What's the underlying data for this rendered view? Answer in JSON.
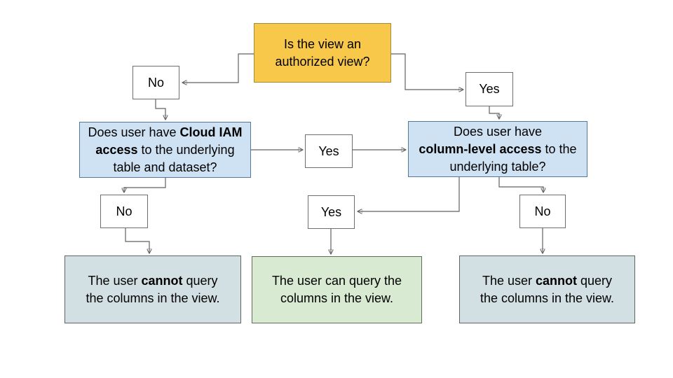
{
  "colors": {
    "yellow_fill": "#F8C84B",
    "yellow_border": "#A68B3B",
    "blue_fill": "#CFE2F3",
    "blue_border": "#54779C",
    "teal_fill": "#D2E0E3",
    "teal_border": "#5E6563",
    "green_fill": "#D9EAD3",
    "green_border": "#5E6E59",
    "white_fill": "#FFFFFF",
    "white_border": "#6E6E6E",
    "edge": "#616161"
  },
  "nodes": {
    "root": {
      "lines": [
        [
          {
            "t": "Is the view an",
            "b": false
          }
        ],
        [
          {
            "t": "authorized view?",
            "b": false
          }
        ]
      ]
    },
    "no_top": {
      "label": "No"
    },
    "yes_top": {
      "label": "Yes"
    },
    "iam": {
      "lines": [
        [
          {
            "t": "Does user have ",
            "b": false
          },
          {
            "t": "Cloud IAM",
            "b": true
          }
        ],
        [
          {
            "t": "access",
            "b": true
          },
          {
            "t": " to the underlying",
            "b": false
          }
        ],
        [
          {
            "t": "table and dataset?",
            "b": false
          }
        ]
      ]
    },
    "yes_mid": {
      "label": "Yes"
    },
    "cls": {
      "lines": [
        [
          {
            "t": "Does user have",
            "b": false
          }
        ],
        [
          {
            "t": "column-level access",
            "b": true
          },
          {
            "t": " to the",
            "b": false
          }
        ],
        [
          {
            "t": "underlying table?",
            "b": false
          }
        ]
      ]
    },
    "no_mid": {
      "label": "No"
    },
    "yes_low": {
      "label": "Yes"
    },
    "no_low": {
      "label": "No"
    },
    "cannot_left": {
      "lines": [
        [
          {
            "t": "The user ",
            "b": false
          },
          {
            "t": "cannot",
            "b": true
          },
          {
            "t": " query",
            "b": false
          }
        ],
        [
          {
            "t": "the columns in the view.",
            "b": false
          }
        ]
      ]
    },
    "can": {
      "lines": [
        [
          {
            "t": "The user can query the",
            "b": false
          }
        ],
        [
          {
            "t": "columns in the view.",
            "b": false
          }
        ]
      ]
    },
    "cannot_right": {
      "lines": [
        [
          {
            "t": "The user ",
            "b": false
          },
          {
            "t": "cannot",
            "b": true
          },
          {
            "t": " query",
            "b": false
          }
        ],
        [
          {
            "t": "the columns in the view.",
            "b": false
          }
        ]
      ]
    }
  },
  "edges": [
    {
      "from": "root",
      "to": "no_top"
    },
    {
      "from": "root",
      "to": "yes_top"
    },
    {
      "from": "no_top",
      "to": "iam"
    },
    {
      "from": "yes_top",
      "to": "cls"
    },
    {
      "from": "iam",
      "to": "yes_mid"
    },
    {
      "from": "yes_mid",
      "to": "cls"
    },
    {
      "from": "iam",
      "to": "no_mid"
    },
    {
      "from": "no_mid",
      "to": "cannot_left"
    },
    {
      "from": "cls",
      "to": "yes_low"
    },
    {
      "from": "cls",
      "to": "no_low"
    },
    {
      "from": "yes_low",
      "to": "can"
    },
    {
      "from": "no_low",
      "to": "cannot_right"
    }
  ]
}
